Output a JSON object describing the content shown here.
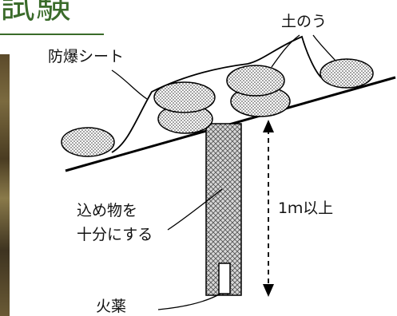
{
  "title_fragment": "試験",
  "labels": {
    "sandbag": "土のう",
    "blast_sheet": "防爆シート",
    "stemming_line1": "込め物を",
    "stemming_line2": "十分にする",
    "depth": "1ｍ以上",
    "explosive": "火薬"
  }
}
